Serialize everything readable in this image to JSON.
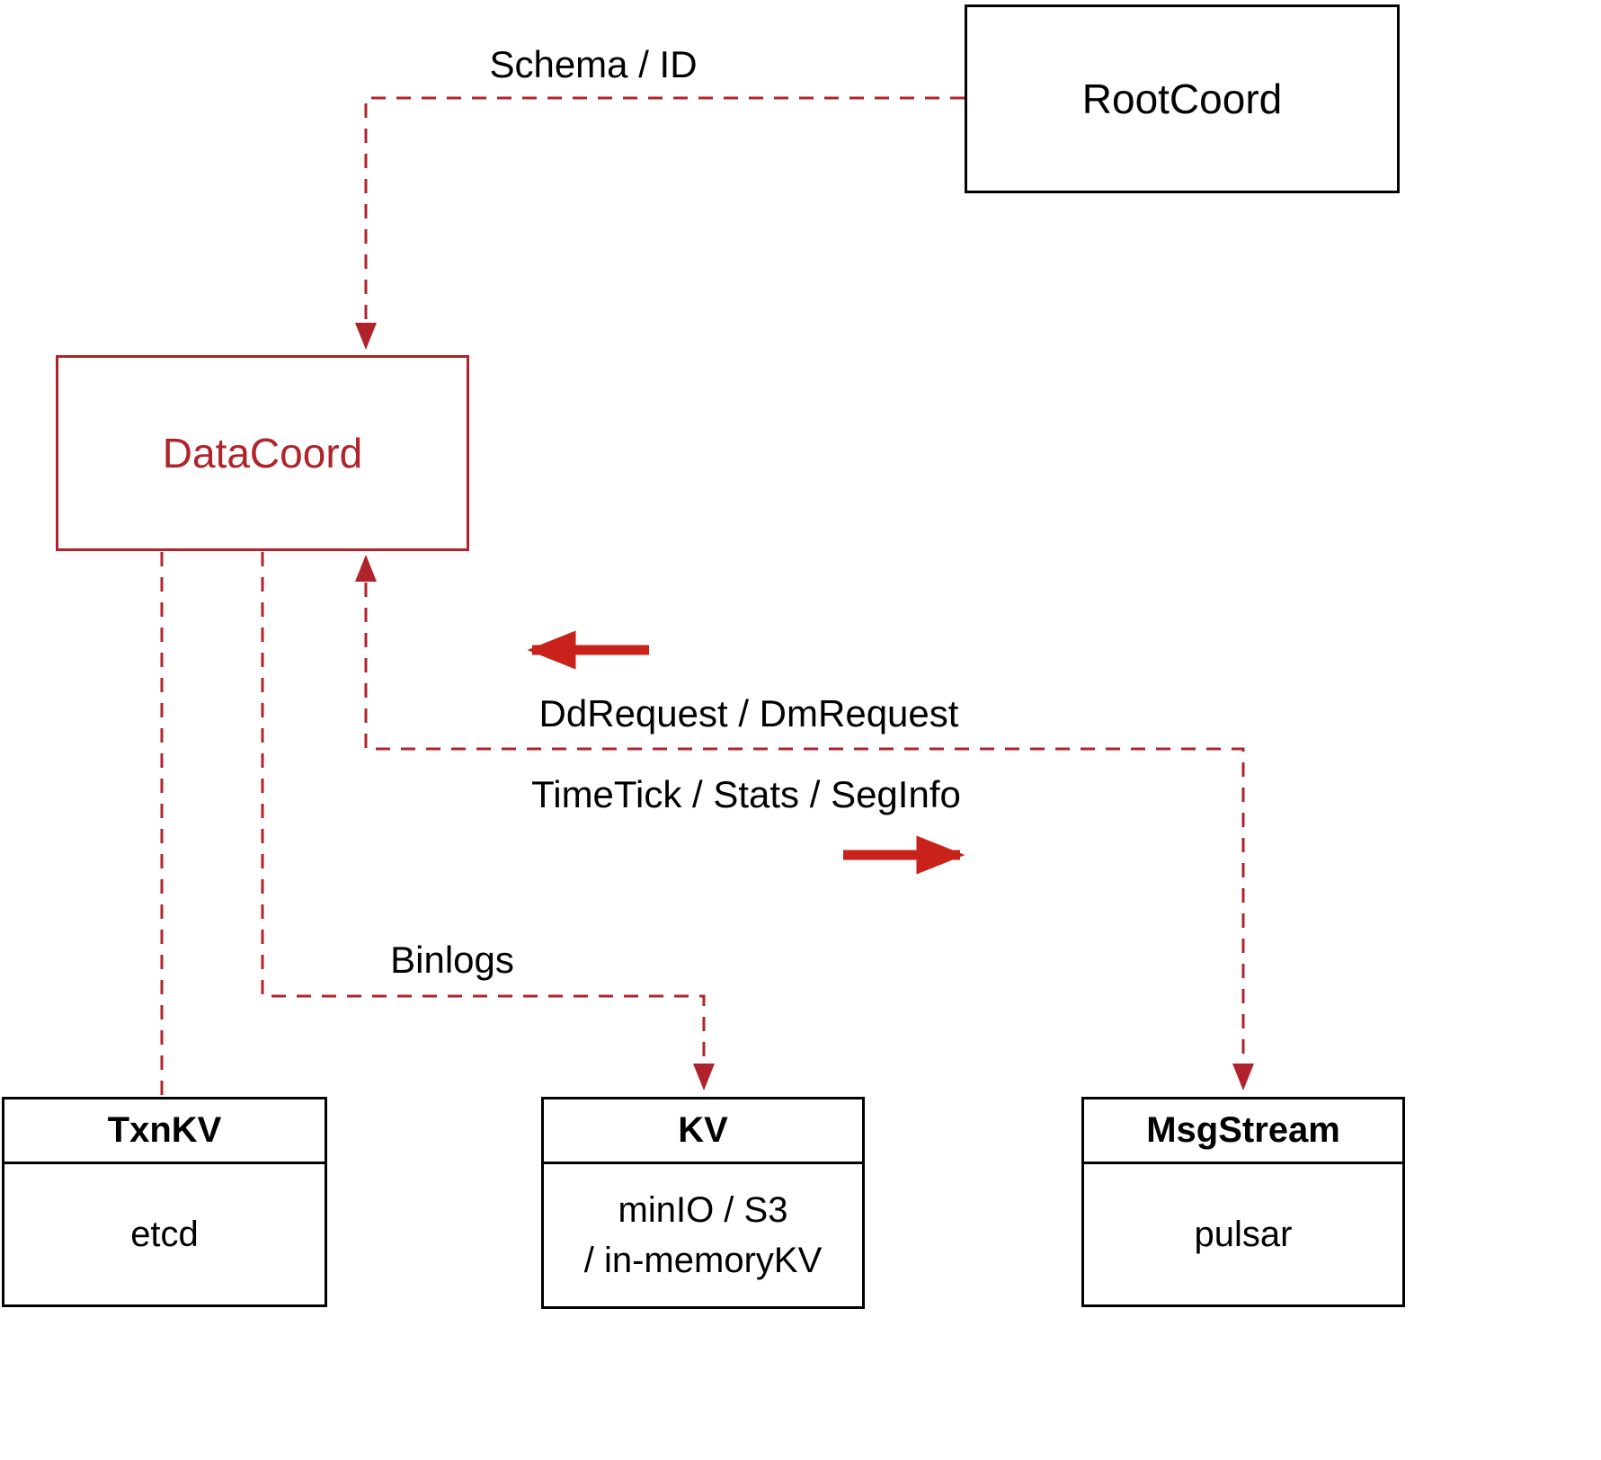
{
  "diagram": {
    "nodes": {
      "rootcoord": {
        "label": "RootCoord"
      },
      "datacoord": {
        "label": "DataCoord"
      },
      "txnkv": {
        "title": "TxnKV",
        "body": "etcd"
      },
      "kv": {
        "title": "KV",
        "body_line1": "minIO / S3",
        "body_line2": "/ in-memoryKV"
      },
      "msgstream": {
        "title": "MsgStream",
        "body": "pulsar"
      }
    },
    "labels": {
      "schema_id": "Schema / ID",
      "dd_request": "DdRequest / DmRequest",
      "time_tick": "TimeTick / Stats / SegInfo",
      "binlogs": "Binlogs"
    },
    "colors": {
      "dashed_line": "#b0232b",
      "solid_arrow": "#c8221a",
      "node_border": "#000000",
      "background": "#ffffff"
    }
  }
}
